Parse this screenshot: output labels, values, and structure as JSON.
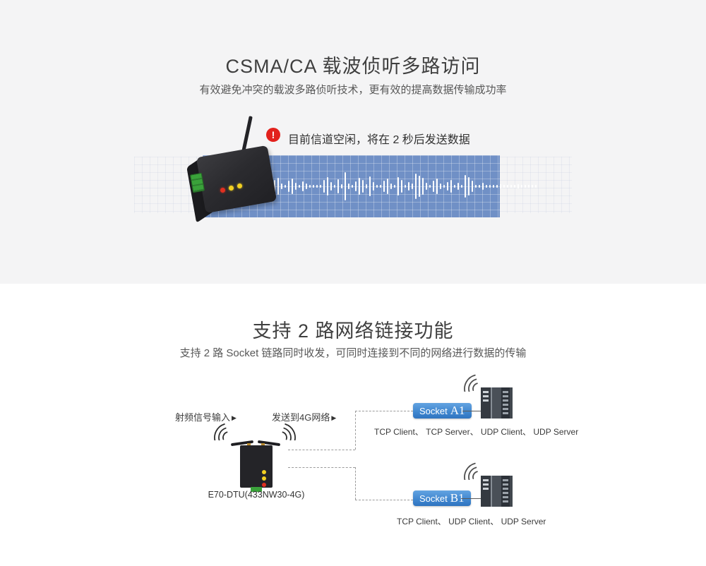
{
  "colors": {
    "panel": "#7090c6",
    "bar": "#ffffff",
    "badge": "#3f86cf",
    "alert": "#e2211c"
  },
  "section_csma": {
    "title": "CSMA/CA 载波侦听多路访问",
    "subtitle": "有效避免冲突的载波多路侦听技术，更有效的提高数据传输成功率",
    "alert": {
      "icon_glyph": "!",
      "text": "目前信道空闲，将在 2 秒后发送数据"
    },
    "waveform": {
      "bars": [
        10,
        18,
        24,
        8,
        4,
        16,
        22,
        10,
        4,
        14,
        8,
        4,
        4,
        4,
        4,
        18,
        26,
        12,
        4,
        20,
        6,
        40,
        8,
        4,
        14,
        24,
        18,
        6,
        28,
        12,
        4,
        4,
        16,
        22,
        8,
        4,
        26,
        18,
        4,
        12,
        8,
        36,
        30,
        24,
        10,
        4,
        16,
        22,
        8,
        4,
        12,
        18,
        4,
        10,
        4,
        32,
        26,
        16,
        4,
        4,
        10,
        4,
        4,
        4,
        4,
        6,
        4,
        4,
        4,
        4,
        6,
        4,
        4,
        4,
        4,
        4
      ]
    }
  },
  "section_socket": {
    "title": "支持 2 路网络链接功能",
    "subtitle": "支持 2 路 Socket 链路同时收发，可同时连接到不同的网络进行数据的传输",
    "diagram": {
      "rf_input_label": "射频信号输入",
      "send_4g_label": "发送到4G网络",
      "arrow_glyph": "▶",
      "device_caption": "E70-DTU(433NW30-4G)",
      "sockets": [
        {
          "prefix": "Socket",
          "id": "A1",
          "modes": "TCP Client、 TCP Server、 UDP Client、 UDP Server"
        },
        {
          "prefix": "Socket",
          "id": "B1",
          "modes": "TCP Client、 UDP Client、 UDP Server"
        }
      ]
    }
  }
}
